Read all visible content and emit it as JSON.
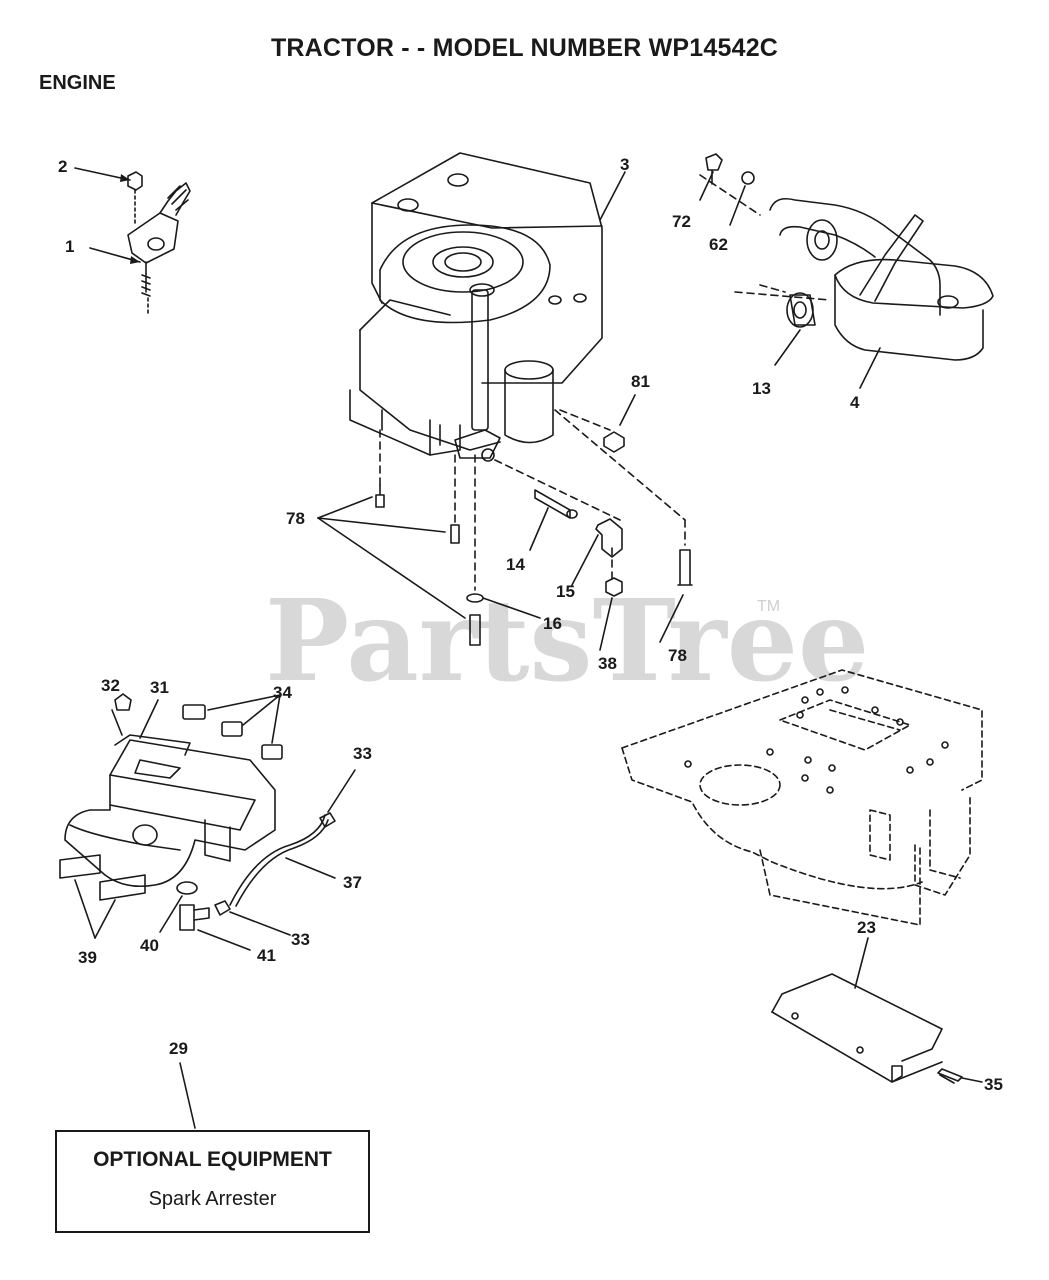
{
  "header": {
    "title": "TRACTOR - - MODEL NUMBER WP14542C",
    "section": "ENGINE"
  },
  "watermark": {
    "text": "PartsTree",
    "tm": "TM"
  },
  "callouts": {
    "c1": "1",
    "c2": "2",
    "c3": "3",
    "c4": "4",
    "c13": "13",
    "c14": "14",
    "c15": "15",
    "c16": "16",
    "c23": "23",
    "c29": "29",
    "c31": "31",
    "c32": "32",
    "c33a": "33",
    "c33b": "33",
    "c34": "34",
    "c35": "35",
    "c37": "37",
    "c38": "38",
    "c39": "39",
    "c40": "40",
    "c41": "41",
    "c62": "62",
    "c72": "72",
    "c78a": "78",
    "c78b": "78",
    "c81": "81"
  },
  "optional_equipment": {
    "title": "OPTIONAL EQUIPMENT",
    "item": "Spark Arrester"
  }
}
